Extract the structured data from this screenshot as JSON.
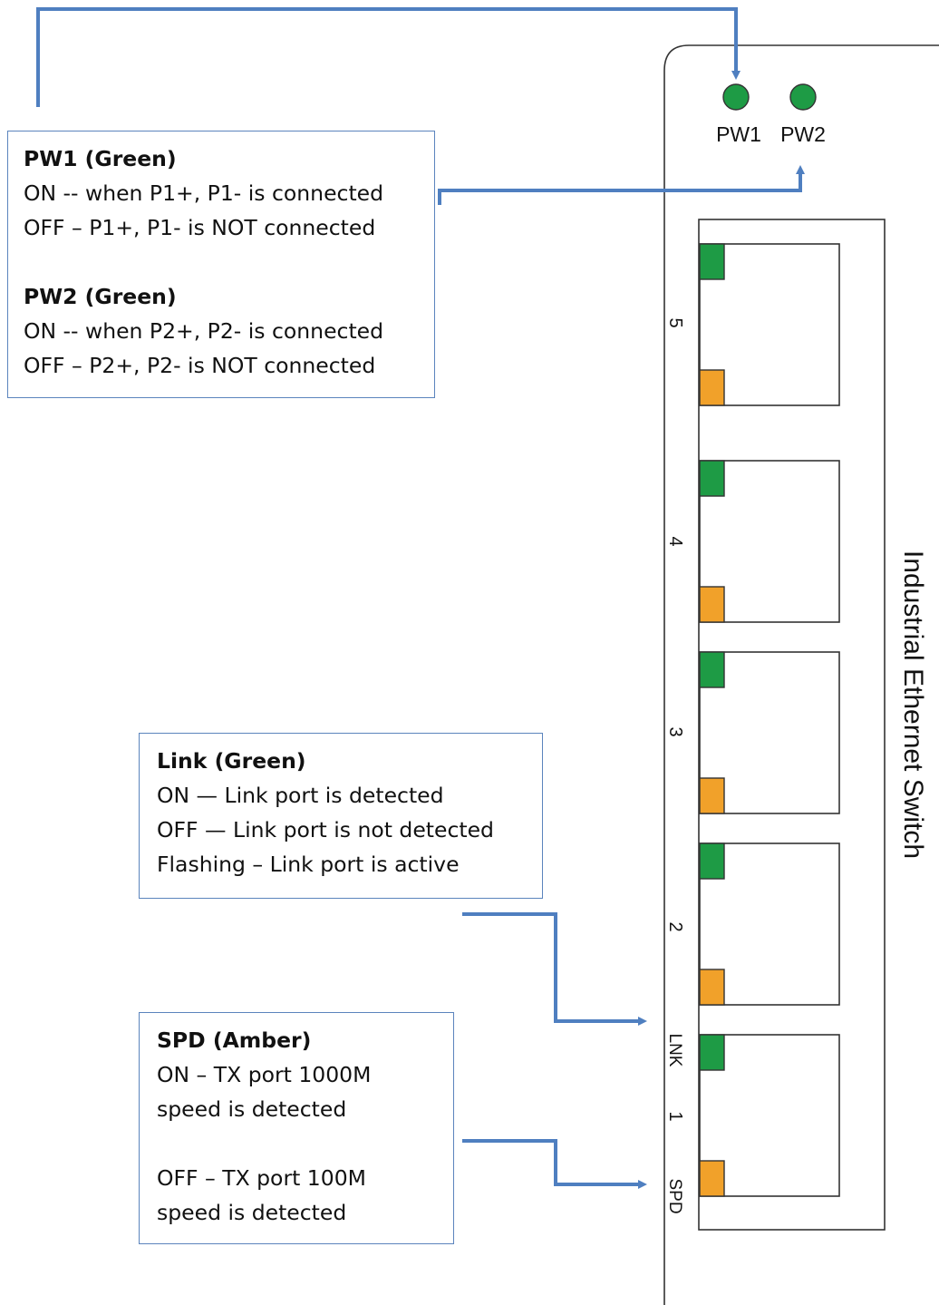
{
  "device": {
    "title": "Industrial Ethernet Switch",
    "power_leds": [
      "PW1",
      "PW2"
    ],
    "port_numbers": [
      "5",
      "4",
      "3",
      "2",
      "1"
    ],
    "link_label": "LNK",
    "speed_label": "SPD"
  },
  "callouts": {
    "power": {
      "pw1_title": "PW1 (Green)",
      "pw1_on": "ON -- when P1+, P1- is connected",
      "pw1_off": "OFF – P1+, P1- is NOT connected",
      "pw2_title": "PW2 (Green)",
      "pw2_on": "ON -- when P2+, P2- is connected",
      "pw2_off": "OFF – P2+, P2- is NOT connected"
    },
    "link": {
      "title": "Link (Green)",
      "on": "ON — Link port is detected",
      "off": "OFF — Link port is not detected",
      "flashing": "Flashing – Link port is active"
    },
    "speed": {
      "title": "SPD (Amber)",
      "on_1": "ON – TX port 1000M",
      "on_2": "speed is detected",
      "off_1": "OFF – TX port 100M",
      "off_2": "speed is detected"
    }
  },
  "colors": {
    "connector": "#4f7fc0",
    "box_border": "#5b84bd",
    "led_green": "#1e9b45",
    "led_amber": "#f1a12a",
    "outline": "#333333"
  }
}
